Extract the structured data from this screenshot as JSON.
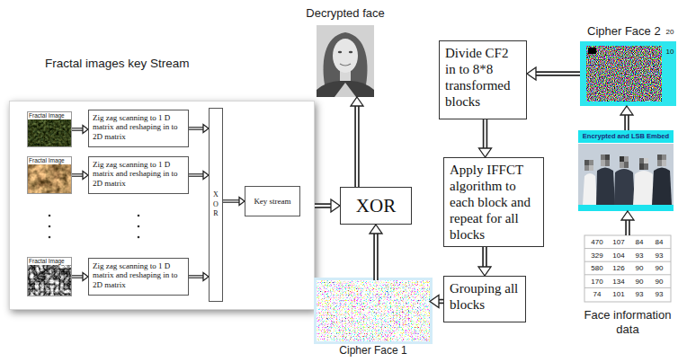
{
  "diagram": {
    "nodes": [
      {
        "text": [
          "Fractal images key Stream"
        ]
      },
      {
        "text": [
          "Fractal Image"
        ],
        "in": 0
      },
      {
        "text": [
          "Zig zag scanning to 1 D matrix and reshaping in to 2D matrix"
        ],
        "in": 0
      },
      {
        "text": [
          "Fractal Image"
        ],
        "in": 0
      },
      {
        "text": [
          "Zig zag scanning to 1 D matrix and reshaping in to 2D matrix"
        ],
        "in": 0
      },
      {
        "text": [
          "Fractal Image"
        ],
        "in": 0
      },
      {
        "text": [
          "Zig zag scanning to 1 D matrix and reshaping in to 2D matrix"
        ],
        "in": 0
      },
      {
        "text": [
          "X O R"
        ],
        "in": 0
      },
      {
        "text": [
          "Key stream"
        ],
        "in": 0
      },
      {
        "text": [
          "Decrypted face"
        ]
      },
      {
        "text": [
          "XOR"
        ]
      },
      {
        "text": [
          "Cipher Face 1"
        ]
      },
      {
        "text": [
          "Divide CF2 in to 8*8 transformed blocks"
        ]
      },
      {
        "text": [
          "Apply IFFCT algorithm to each block and repeat for all blocks"
        ]
      },
      {
        "text": [
          "Grouping all blocks"
        ]
      },
      {
        "text": [
          "Cipher Face 2"
        ]
      },
      {
        "text": [
          "Encrypted and LSB Embed"
        ]
      },
      {
        "text": [
          "Face information data"
        ]
      }
    ],
    "edges": [
      {
        "from": 1,
        "to": 2,
        "arrow": "to"
      },
      {
        "from": 2,
        "to": 7,
        "arrow": "to"
      },
      {
        "from": 3,
        "to": 4,
        "arrow": "to"
      },
      {
        "from": 4,
        "to": 7,
        "arrow": "to"
      },
      {
        "from": 5,
        "to": 6,
        "arrow": "to"
      },
      {
        "from": 6,
        "to": 7,
        "arrow": "to"
      },
      {
        "from": 7,
        "to": 8,
        "arrow": "to"
      },
      {
        "from": 0,
        "to": 10,
        "arrow": "to"
      },
      {
        "from": 10,
        "to": 9,
        "arrow": "to"
      },
      {
        "from": 11,
        "to": 10,
        "arrow": "to"
      },
      {
        "from": 15,
        "to": 12,
        "arrow": "to"
      },
      {
        "from": 12,
        "to": 13,
        "arrow": "to"
      },
      {
        "from": 13,
        "to": 14,
        "arrow": "to"
      },
      {
        "from": 14,
        "to": 11,
        "arrow": "to"
      },
      {
        "from": 17,
        "to": 16,
        "arrow": "to"
      },
      {
        "from": 16,
        "to": 15,
        "arrow": "to"
      }
    ],
    "labels": [
      "20",
      "10",
      "470",
      "107",
      "84",
      "84",
      "329",
      "104",
      "93",
      "93",
      "580",
      "126",
      "90",
      "90",
      "170",
      "134",
      "90",
      "90",
      "74",
      "101",
      "93",
      "93"
    ]
  }
}
